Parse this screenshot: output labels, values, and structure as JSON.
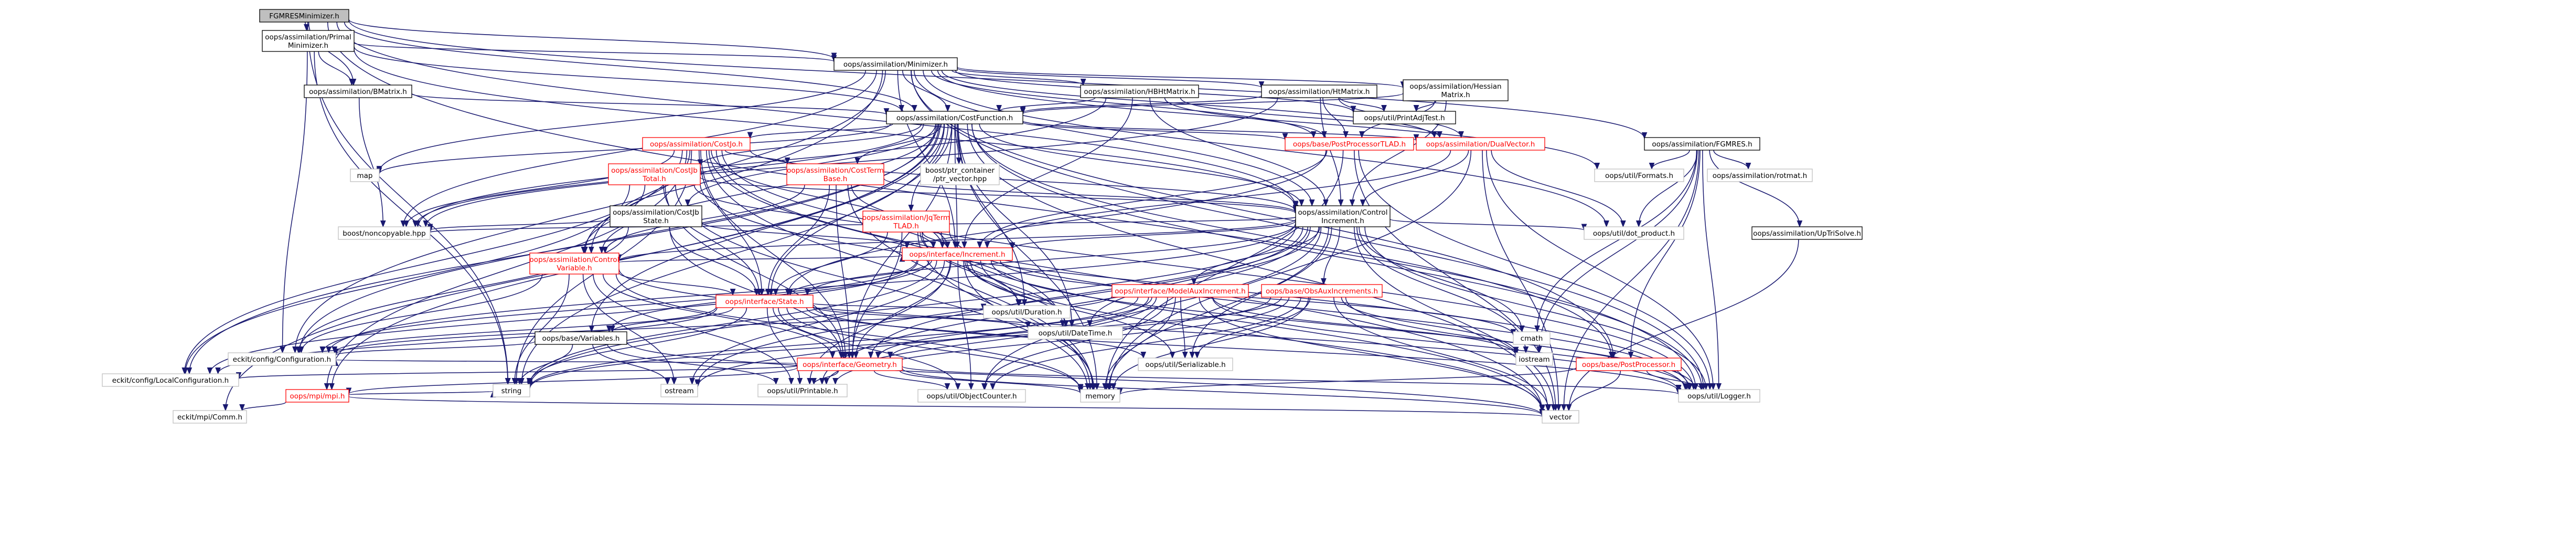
{
  "colors": {
    "edge": "#191970",
    "normal_border": "#000000",
    "normal_fill": "#ffffff",
    "normal_text": "#000000",
    "linked_border": "#ff0000",
    "linked_text": "#ff0000",
    "external_border": "#bfbfbf",
    "external_text": "#000000",
    "root_fill": "#bfbfbf",
    "background": "#ffffff"
  },
  "nodes": [
    {
      "id": "fgmres_min",
      "lines": [
        "FGMRESMinimizer.h"
      ],
      "style": "root"
    },
    {
      "id": "primal",
      "lines": [
        "oops/assimilation/Primal",
        "Minimizer.h"
      ],
      "style": "normal"
    },
    {
      "id": "minimizer",
      "lines": [
        "oops/assimilation/Minimizer.h"
      ],
      "style": "normal"
    },
    {
      "id": "fgmres",
      "lines": [
        "oops/assimilation/FGMRES.h"
      ],
      "style": "normal"
    },
    {
      "id": "bmatrix",
      "lines": [
        "oops/assimilation/BMatrix.h"
      ],
      "style": "normal"
    },
    {
      "id": "hbhtmatrix",
      "lines": [
        "oops/assimilation/HBHtMatrix.h"
      ],
      "style": "normal"
    },
    {
      "id": "htmatrix",
      "lines": [
        "oops/assimilation/HtMatrix.h"
      ],
      "style": "normal"
    },
    {
      "id": "hessian",
      "lines": [
        "oops/assimilation/Hessian",
        "Matrix.h"
      ],
      "style": "normal"
    },
    {
      "id": "costfunction",
      "lines": [
        "oops/assimilation/CostFunction.h"
      ],
      "style": "normal"
    },
    {
      "id": "printadj",
      "lines": [
        "oops/util/PrintAdjTest.h"
      ],
      "style": "normal"
    },
    {
      "id": "map",
      "lines": [
        "map"
      ],
      "style": "external"
    },
    {
      "id": "ptrvec",
      "lines": [
        "boost/ptr_container",
        "/ptr_vector.hpp"
      ],
      "style": "external"
    },
    {
      "id": "costjo",
      "lines": [
        "oops/assimilation/CostJo.h"
      ],
      "style": "linked"
    },
    {
      "id": "costjbtotal",
      "lines": [
        "oops/assimilation/CostJb",
        "Total.h"
      ],
      "style": "linked"
    },
    {
      "id": "costtermbase",
      "lines": [
        "oops/assimilation/CostTerm",
        "Base.h"
      ],
      "style": "linked"
    },
    {
      "id": "costjbstate",
      "lines": [
        "oops/assimilation/CostJb",
        "State.h"
      ],
      "style": "normal"
    },
    {
      "id": "jqterm",
      "lines": [
        "oops/assimilation/JqTerm",
        "TLAD.h"
      ],
      "style": "linked"
    },
    {
      "id": "postproctlad",
      "lines": [
        "oops/base/PostProcessorTLAD.h"
      ],
      "style": "linked"
    },
    {
      "id": "dualvector",
      "lines": [
        "oops/assimilation/DualVector.h"
      ],
      "style": "linked"
    },
    {
      "id": "controlincr",
      "lines": [
        "oops/assimilation/Control",
        "Increment.h"
      ],
      "style": "normal"
    },
    {
      "id": "noncopyable",
      "lines": [
        "boost/noncopyable.hpp"
      ],
      "style": "external"
    },
    {
      "id": "controlvar",
      "lines": [
        "oops/assimilation/Control",
        "Variable.h"
      ],
      "style": "linked"
    },
    {
      "id": "iincrement",
      "lines": [
        "oops/interface/Increment.h"
      ],
      "style": "linked"
    },
    {
      "id": "istate",
      "lines": [
        "oops/interface/State.h"
      ],
      "style": "linked"
    },
    {
      "id": "igeometry",
      "lines": [
        "oops/interface/Geometry.h"
      ],
      "style": "linked"
    },
    {
      "id": "imodelaux",
      "lines": [
        "oops/interface/ModelAuxIncrement.h"
      ],
      "style": "linked"
    },
    {
      "id": "obsauxincr",
      "lines": [
        "oops/base/ObsAuxIncrements.h"
      ],
      "style": "linked"
    },
    {
      "id": "postproc",
      "lines": [
        "oops/base/PostProcessor.h"
      ],
      "style": "linked"
    },
    {
      "id": "variables",
      "lines": [
        "oops/base/Variables.h"
      ],
      "style": "normal"
    },
    {
      "id": "configuration",
      "lines": [
        "eckit/config/Configuration.h"
      ],
      "style": "external"
    },
    {
      "id": "localconfig",
      "lines": [
        "eckit/config/LocalConfiguration.h"
      ],
      "style": "external"
    },
    {
      "id": "mpi",
      "lines": [
        "oops/mpi/mpi.h"
      ],
      "style": "linked"
    },
    {
      "id": "comm",
      "lines": [
        "eckit/mpi/Comm.h"
      ],
      "style": "external"
    },
    {
      "id": "string",
      "lines": [
        "string"
      ],
      "style": "external"
    },
    {
      "id": "ostream",
      "lines": [
        "ostream"
      ],
      "style": "external"
    },
    {
      "id": "printable",
      "lines": [
        "oops/util/Printable.h"
      ],
      "style": "external"
    },
    {
      "id": "objcounter",
      "lines": [
        "oops/util/ObjectCounter.h"
      ],
      "style": "external"
    },
    {
      "id": "memory",
      "lines": [
        "memory"
      ],
      "style": "external"
    },
    {
      "id": "vector",
      "lines": [
        "vector"
      ],
      "style": "external"
    },
    {
      "id": "logger",
      "lines": [
        "oops/util/Logger.h"
      ],
      "style": "external"
    },
    {
      "id": "serializable",
      "lines": [
        "oops/util/Serializable.h"
      ],
      "style": "external"
    },
    {
      "id": "datetime",
      "lines": [
        "oops/util/DateTime.h"
      ],
      "style": "external"
    },
    {
      "id": "duration",
      "lines": [
        "oops/util/Duration.h"
      ],
      "style": "external"
    },
    {
      "id": "dotproduct",
      "lines": [
        "oops/util/dot_product.h"
      ],
      "style": "external"
    },
    {
      "id": "formats",
      "lines": [
        "oops/util/Formats.h"
      ],
      "style": "external"
    },
    {
      "id": "cmath",
      "lines": [
        "cmath"
      ],
      "style": "external"
    },
    {
      "id": "iostream",
      "lines": [
        "iostream"
      ],
      "style": "external"
    },
    {
      "id": "minimalnorm",
      "lines": [
        "oops/assimilation/rotmat.h"
      ],
      "style": "external"
    },
    {
      "id": "uptrisolve",
      "lines": [
        "oops/assimilation/UpTriSolve.h"
      ],
      "style": "normal"
    }
  ]
}
